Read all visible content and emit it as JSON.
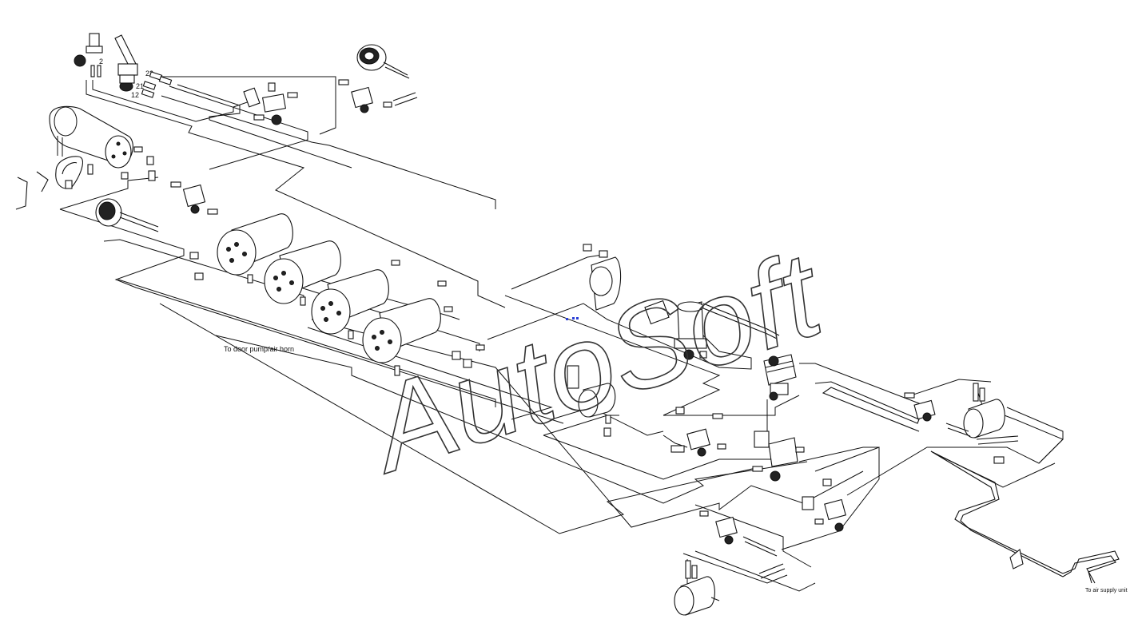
{
  "diagram": {
    "callouts": [
      {
        "id": "22",
        "text": "22"
      },
      {
        "id": "21",
        "text": "21"
      },
      {
        "id": "12",
        "text": "12"
      },
      {
        "id": "2",
        "text": "2"
      }
    ],
    "note_left": "To door pump/air horn",
    "note_right": "To air supply unit",
    "watermark": "AutoSoft",
    "colors": {
      "line": "#111111",
      "background": "#ffffff",
      "accent": "#2a3fd6"
    }
  }
}
